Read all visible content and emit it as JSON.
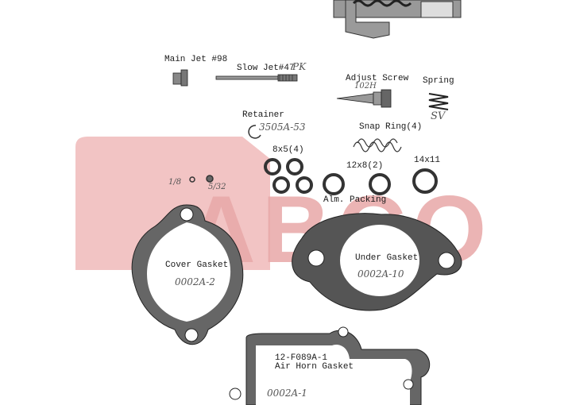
{
  "watermark": {
    "text": "ABCO",
    "color": "#e8a8a8"
  },
  "labels": {
    "main_jet": "Main Jet #98",
    "slow_jet": "Slow Jet#47",
    "adjust_screw": "Adjust Screw",
    "spring": "Spring",
    "retainer": "Retainer",
    "snap_ring": "Snap Ring(4)",
    "r8x5": "8x5(4)",
    "r12x8": "12x8(2)",
    "r14x11": "14x11",
    "alm_packing": "Alm. Packing",
    "cover_gasket": "Cover Gasket",
    "under_gasket": "Under Gasket",
    "air_horn_part": "12-F089A-1",
    "air_horn": "Air Horn Gasket"
  },
  "handwritten": {
    "slow_jet": "PK",
    "adjust_screw": "102H",
    "spring": "SV",
    "retainer": "3505A-53",
    "frac_a": "1/8",
    "frac_b": "5/32",
    "cover_gasket": "0002A-2",
    "under_gasket": "0002A-10",
    "air_horn": "0002A-1"
  },
  "colors": {
    "ink": "#1a1a1a",
    "gasket": "#5a5a5a",
    "metal": "#888888"
  }
}
